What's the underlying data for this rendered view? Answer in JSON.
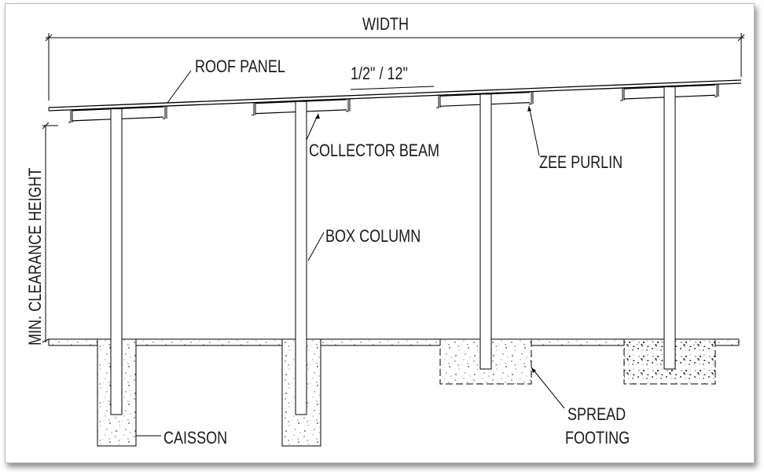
{
  "diagram": {
    "labels": {
      "width": "WIDTH",
      "slope": "1/2\" / 12\"",
      "roof_panel": "ROOF PANEL",
      "collector_beam": "COLLECTOR BEAM",
      "zee_purlin": "ZEE PURLIN",
      "box_column": "BOX COLUMN",
      "min_clearance_height": "MIN. CLEARANCE HEIGHT",
      "caisson": "CAISSON",
      "spread_footing_line1": "SPREAD",
      "spread_footing_line2": "FOOTING"
    }
  }
}
